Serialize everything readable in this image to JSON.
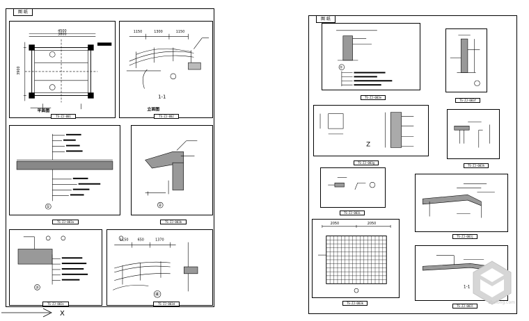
{
  "left_sheet": {
    "tag": "图 纸",
    "panels": [
      {
        "caption": "TS-ZJ-001",
        "dims": [
          "4500",
          "3800"
        ],
        "labels": [
          "平面图"
        ],
        "side_label": "3900"
      },
      {
        "caption": "TS-ZJ-002",
        "dims": [
          "1150",
          "1300",
          "1150"
        ],
        "labels": [
          "立面图",
          "1-1"
        ]
      },
      {
        "caption": "TS-ZJ-003a",
        "labels": [
          "①"
        ]
      },
      {
        "caption": "TS-ZJ-003b",
        "labels": [
          "②"
        ]
      },
      {
        "caption": "TS-ZJ-003c",
        "labels": [
          "③"
        ]
      },
      {
        "caption": "TS-ZJ-003d",
        "dims": [
          "1150",
          "650",
          "1370"
        ],
        "labels": [
          "④"
        ]
      }
    ]
  },
  "right_sheet": {
    "tag": "图 纸",
    "panels": [
      {
        "caption": "TS-ZJ-003e",
        "labels": [
          "⑤"
        ]
      },
      {
        "caption": "TS-ZJ-003f",
        "labels": []
      },
      {
        "caption": "TS-ZJ-003g",
        "labels": [
          "Z"
        ]
      },
      {
        "caption": "TS-ZJ-003h",
        "labels": []
      },
      {
        "caption": "TS-ZJ-003i",
        "labels": []
      },
      {
        "caption": "TS-ZJ-003j",
        "labels": []
      },
      {
        "caption": "TS-ZJ-003k",
        "dims": [
          "2050",
          "2050"
        ],
        "labels": []
      },
      {
        "caption": "TS-ZJ-003l",
        "labels": [
          "1-1"
        ]
      }
    ]
  },
  "axis_label": "X",
  "watermark": "zhulong.com",
  "colors": {
    "line": "#000000",
    "watermark": "#c4c4c4"
  }
}
